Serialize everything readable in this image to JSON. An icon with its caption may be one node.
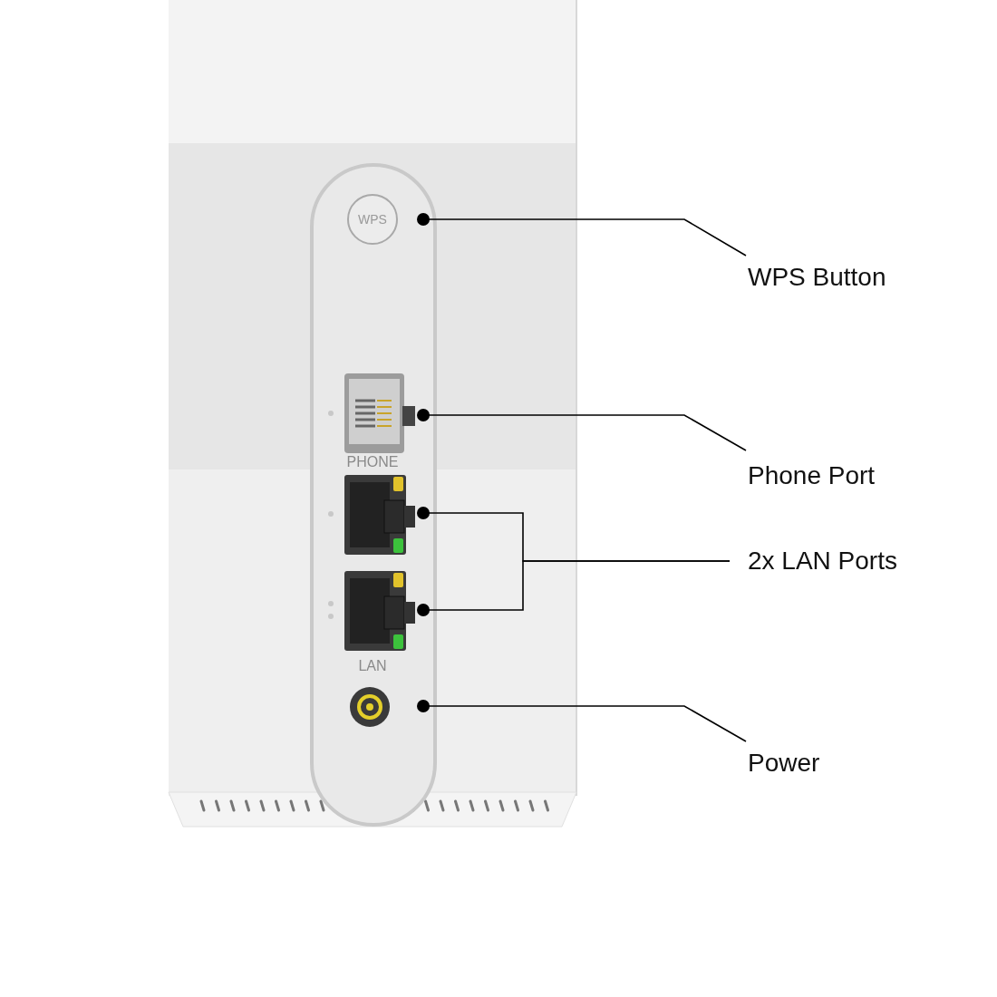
{
  "diagram": {
    "nodes": [
      {
        "text": [
          "WPS"
        ]
      },
      {
        "text": [
          "WPS Button"
        ]
      },
      {
        "text": [],
        "shape": "picture"
      },
      {
        "text": [
          "Phone Port"
        ]
      },
      {
        "text": [],
        "shape": "picture"
      },
      {
        "text": [],
        "shape": "picture"
      },
      {
        "text": [
          "2x LAN Ports"
        ]
      },
      {
        "text": [],
        "shape": "picture"
      },
      {
        "text": [
          "Power"
        ]
      }
    ],
    "edges": [
      {
        "from": 1,
        "to": 0,
        "arrow": "other"
      },
      {
        "from": 3,
        "to": 2,
        "arrow": "other"
      },
      {
        "from": 6,
        "to": 4,
        "arrow": "other"
      },
      {
        "from": 6,
        "to": 5,
        "arrow": "other"
      },
      {
        "from": 8,
        "to": 7,
        "arrow": "other"
      }
    ],
    "labels": [
      "PHONE",
      "LAN"
    ]
  }
}
